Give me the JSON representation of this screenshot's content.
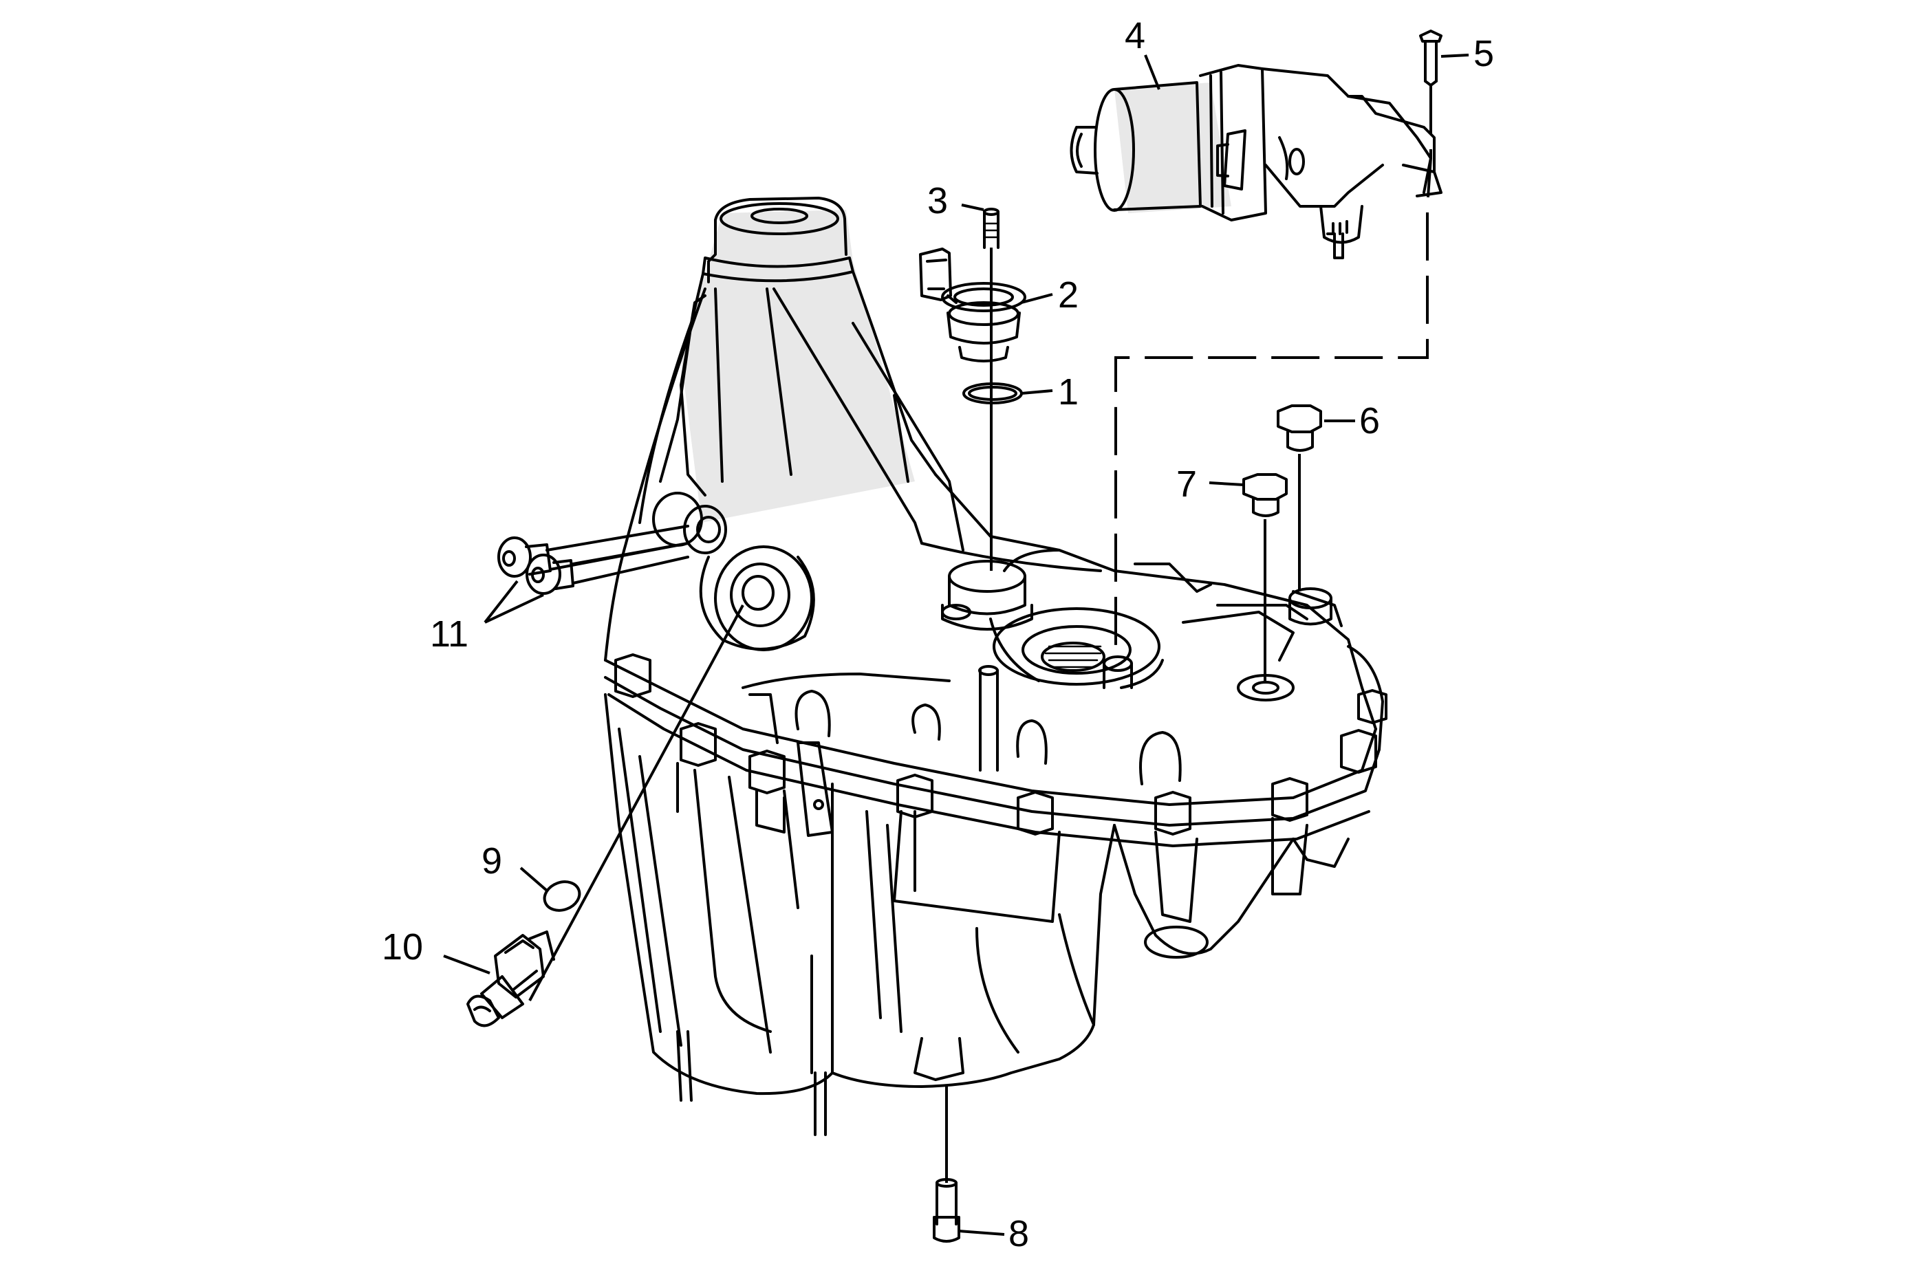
{
  "diagram": {
    "kind": "exploded-view parts diagram",
    "line_color": "#000000",
    "background_color": "#ffffff"
  },
  "callouts": {
    "c1": "1",
    "c2": "2",
    "c3": "3",
    "c4": "4",
    "c5": "5",
    "c6": "6",
    "c7": "7",
    "c8": "8",
    "c9": "9",
    "c10": "10",
    "c11": "11"
  }
}
